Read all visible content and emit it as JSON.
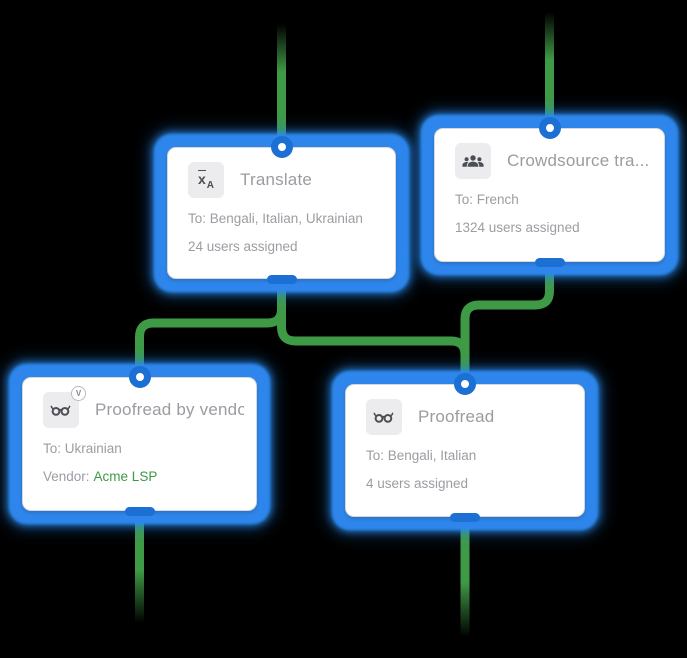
{
  "canvas": {
    "description": "translation workflow editor canvas",
    "background": "#000000"
  },
  "colors": {
    "selection_blue": "#2e86ec",
    "port_blue": "#1c6fd3",
    "connector_green": "#3f9a46",
    "vendor_link_green": "#3c9a43",
    "title_gray": "#9a9ca1",
    "body_gray": "#9b9da2",
    "icon_fg": "#4c4e56",
    "icon_bg": "#ececee",
    "card_bg": "#ffffff"
  },
  "nodes": [
    {
      "title": "Translate",
      "icon": "translate-icon",
      "details": {
        "languages": "To: Bengali, Italian, Ukrainian",
        "users": "24 users assigned"
      }
    },
    {
      "title": "Crowdsource tra...",
      "icon": "crowdsource-icon",
      "details": {
        "languages": "To: French",
        "users": "1324 users assigned"
      }
    },
    {
      "title": "Proofread by vendor",
      "icon": "proofread-by-vendor-icon",
      "badge": "V",
      "details": {
        "languages": "To: Ukrainian",
        "vendor_label": "Vendor:",
        "vendor_value": "Acme LSP"
      }
    },
    {
      "title": "Proofread",
      "icon": "proofread-icon",
      "details": {
        "languages": "To: Bengali, Italian",
        "users": "4 users assigned"
      }
    }
  ]
}
